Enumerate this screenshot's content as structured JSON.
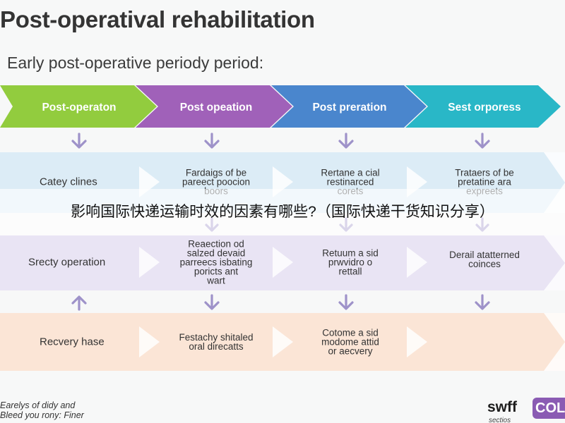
{
  "title": "Post-operatival rehabilitation",
  "subtitle": "Early post-operative periody period:",
  "header": {
    "steps": [
      {
        "label": "Post-operaton",
        "color": "#92cc3e"
      },
      {
        "label": "Post opeation",
        "color": "#a061b9"
      },
      {
        "label": "Post preration",
        "color": "#4a86cd"
      },
      {
        "label": "Sest orporess",
        "color": "#29b7c7"
      }
    ]
  },
  "rows": [
    {
      "lead": "Catey clines",
      "cells": [
        "Fardaigs of be\npareect poocion\nboors",
        "Rertane a cial\nrestinarced\ncorets",
        "Trataers of be\npretatine ara\nexpreets"
      ]
    },
    {
      "lead": "Srecty operation",
      "cells": [
        "Reaection od\nsalzed devaid\nparreecs isbating\nporicts ant\nwart",
        "Retuum a sid\nprwvidro o\nrettall",
        "Derail atatterned\ncoinces"
      ]
    },
    {
      "lead": "Recvery hase",
      "cells": [
        "Festachy shitaled\noral direcatts",
        "Cotome a sid\nmodome attid\nor aecvery",
        ""
      ]
    }
  ],
  "overlay_caption": "影响国际快递运输时效的因素有哪些?（国际快递干货知识分享）",
  "footnote": "Earelys of didy and\nBleed you rony: Finer",
  "logo": {
    "word": "swff",
    "badge": "COL",
    "tagline": "sectios"
  },
  "colors": {
    "arrow": "#9e92c9",
    "row1": "#dcecf6",
    "row2": "#e9e4f4",
    "row3": "#fbe5d6"
  }
}
